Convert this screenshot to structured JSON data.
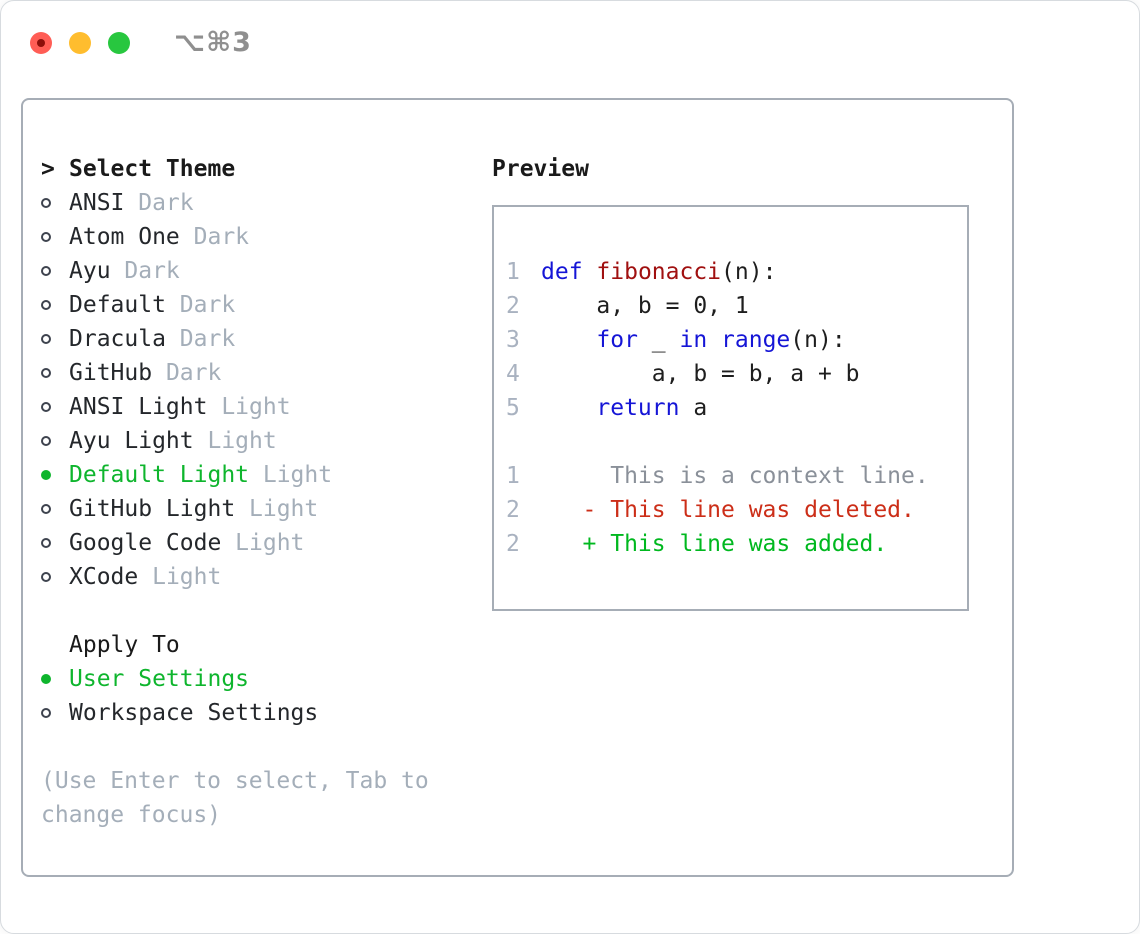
{
  "window": {
    "title": "⌥⌘3"
  },
  "colors": {
    "accent_green": "#0eb52d",
    "keyword_blue": "#1515d6",
    "function_red": "#a01010",
    "deleted_red": "#cc2e18",
    "added_green": "#00b81f",
    "context_gray": "#8a9099",
    "dim_gray": "#a4aeb9",
    "line_number_gray": "#a9b2c0",
    "border_gray": "#a6adb6",
    "titlebar_gray": "#8f8f8f",
    "traffic_red": "#ff5d55",
    "traffic_yellow": "#ffbd2e",
    "traffic_green": "#28c73f"
  },
  "theme_panel": {
    "header_prefix": ">",
    "header_label": "Select Theme",
    "themes": [
      {
        "name": "ANSI",
        "variant": "Dark",
        "selected": false
      },
      {
        "name": "Atom One",
        "variant": "Dark",
        "selected": false
      },
      {
        "name": "Ayu",
        "variant": "Dark",
        "selected": false
      },
      {
        "name": "Default",
        "variant": "Dark",
        "selected": false
      },
      {
        "name": "Dracula",
        "variant": "Dark",
        "selected": false
      },
      {
        "name": "GitHub",
        "variant": "Dark",
        "selected": false
      },
      {
        "name": "ANSI Light",
        "variant": "Light",
        "selected": false
      },
      {
        "name": "Ayu Light",
        "variant": "Light",
        "selected": false
      },
      {
        "name": "Default Light",
        "variant": "Light",
        "selected": true
      },
      {
        "name": "GitHub Light",
        "variant": "Light",
        "selected": false
      },
      {
        "name": "Google Code",
        "variant": "Light",
        "selected": false
      },
      {
        "name": "XCode",
        "variant": "Light",
        "selected": false
      }
    ],
    "apply_section": {
      "label": "Apply To",
      "options": [
        {
          "label": "User Settings",
          "selected": true
        },
        {
          "label": "Workspace Settings",
          "selected": false
        }
      ]
    },
    "hint": "(Use Enter to select, Tab to change focus)"
  },
  "preview": {
    "label": "Preview",
    "lines": [
      {
        "num": "1",
        "tokens": [
          {
            "t": "def",
            "c": "keyword"
          },
          {
            "t": " ",
            "c": "plain"
          },
          {
            "t": "fibonacci",
            "c": "function"
          },
          {
            "t": "(n):",
            "c": "plain"
          }
        ]
      },
      {
        "num": "2",
        "tokens": [
          {
            "t": "    a, b = 0, 1",
            "c": "plain"
          }
        ]
      },
      {
        "num": "3",
        "tokens": [
          {
            "t": "    ",
            "c": "plain"
          },
          {
            "t": "for",
            "c": "keyword"
          },
          {
            "t": " _ ",
            "c": "plain"
          },
          {
            "t": "in",
            "c": "keyword"
          },
          {
            "t": " ",
            "c": "plain"
          },
          {
            "t": "range",
            "c": "keyword"
          },
          {
            "t": "(n):",
            "c": "plain"
          }
        ]
      },
      {
        "num": "4",
        "tokens": [
          {
            "t": "        a, b = b, a + b",
            "c": "plain"
          }
        ]
      },
      {
        "num": "5",
        "tokens": [
          {
            "t": "    ",
            "c": "plain"
          },
          {
            "t": "return",
            "c": "keyword"
          },
          {
            "t": " a",
            "c": "plain"
          }
        ]
      },
      {
        "num": "",
        "tokens": []
      },
      {
        "num": "1",
        "tokens": [
          {
            "t": "     This is a context line.",
            "c": "context"
          }
        ]
      },
      {
        "num": "2",
        "tokens": [
          {
            "t": "   - This line was deleted.",
            "c": "deleted"
          }
        ]
      },
      {
        "num": "2",
        "tokens": [
          {
            "t": "   + This line was added.",
            "c": "added"
          }
        ]
      }
    ]
  }
}
